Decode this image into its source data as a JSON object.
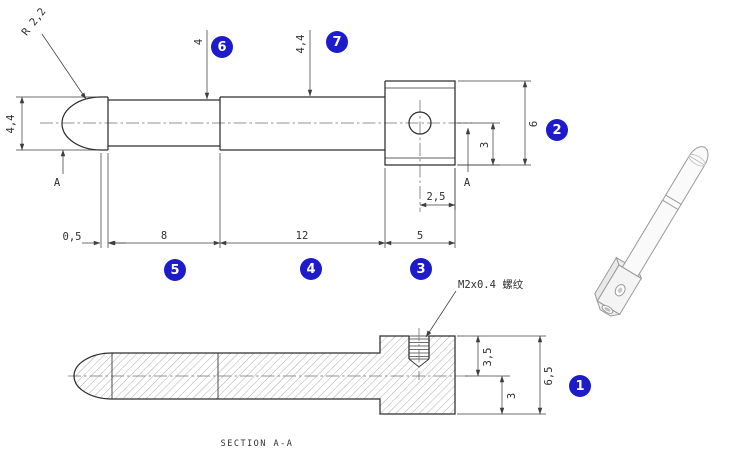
{
  "page": {
    "background": "#ffffff"
  },
  "colors": {
    "callout_bg": "#1e1bcb",
    "callout_text": "#ffffff",
    "line": "#2e2e2e"
  },
  "labels": {
    "radius_note": "R 2,2",
    "dia_left": "4,4",
    "dia_mid": "4",
    "dia_right": "4,4",
    "head_height": "6",
    "head_half": "3",
    "hole_offset": "2,5",
    "len_tip": "0,5",
    "len_body1": "8",
    "len_body2": "12",
    "len_head": "5",
    "section_left": "A",
    "section_right": "A",
    "thread_note": "M2x0.4 螺纹",
    "sec_top_half": "3,5",
    "sec_bottom_half": "3",
    "sec_total": "6,5",
    "section_title": "SECTION A-A"
  },
  "callouts": [
    {
      "label": "1"
    },
    {
      "label": "2"
    },
    {
      "label": "3"
    },
    {
      "label": "4"
    },
    {
      "label": "5"
    },
    {
      "label": "6"
    },
    {
      "label": "7"
    }
  ]
}
